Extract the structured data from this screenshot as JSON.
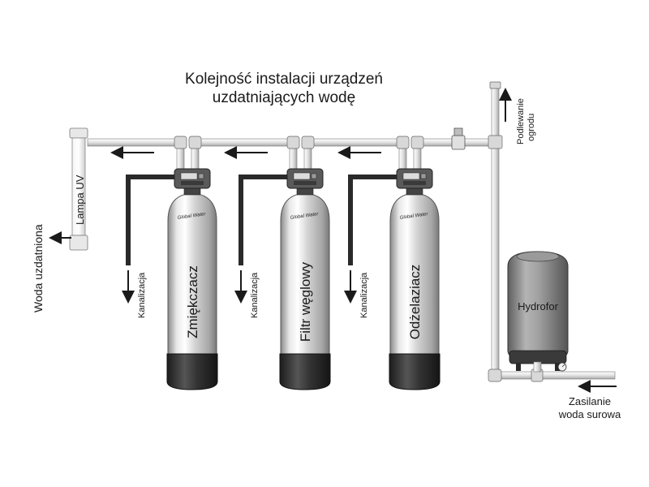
{
  "title": {
    "line1": "Kolejność instalacji urządzeń",
    "line2": "uzdatniających wodę"
  },
  "uv_lamp": {
    "label": "Lampa UV"
  },
  "treated_water": {
    "label": "Woda uzdatniona"
  },
  "tanks": [
    {
      "label": "Zmiękczacz",
      "drain_label": "Kanalizacja",
      "brand": "Global Water"
    },
    {
      "label": "Filtr węglowy",
      "drain_label": "Kanalizacja",
      "brand": "Global Water"
    },
    {
      "label": "Odżelaziacz",
      "drain_label": "Kanalizacja",
      "brand": "Global Water"
    }
  ],
  "garden": {
    "line1": "Podlewanie",
    "line2": "ogrodu"
  },
  "hydrofor": {
    "label": "Hydrofor"
  },
  "supply": {
    "line1": "Zasilanie",
    "line2": "woda surowa"
  },
  "colors": {
    "pipe": "#e6e6e6",
    "pipe_stroke": "#555555",
    "control_head": "#5a5a5a",
    "tank_base": "#2e2e2e",
    "hydrofor_body": "#8c8c8c"
  }
}
